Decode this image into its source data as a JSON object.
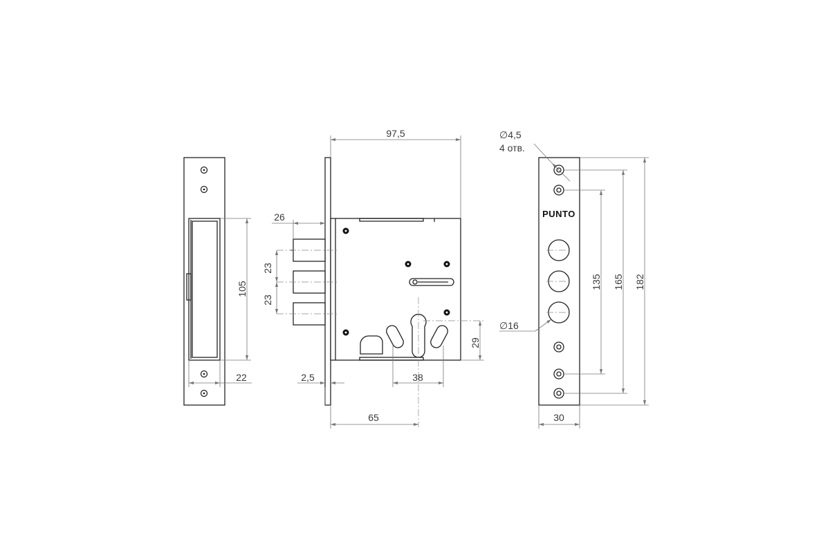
{
  "strike_plate": {
    "dims": {
      "height": "105",
      "depth": "22"
    }
  },
  "lock_body": {
    "dims": {
      "depth": "97,5",
      "bolt_projection": "26",
      "bolt_spacing_1": "23",
      "bolt_spacing_2": "23",
      "cylinder_height": "29",
      "screw_spacing": "38",
      "faceplate_thickness": "2,5",
      "backset": "65"
    }
  },
  "faceplate": {
    "brand": "PUNTO",
    "dims": {
      "screw_hole": "∅4,5",
      "screw_hole_count": "4 отв.",
      "bolt_hole": "∅16",
      "hole_span_inner": "135",
      "hole_span_outer": "165",
      "plate_length": "182",
      "plate_width": "30"
    }
  },
  "colors": {
    "line": "#222222",
    "dimension": "#777777",
    "text": "#3a3a3a"
  }
}
